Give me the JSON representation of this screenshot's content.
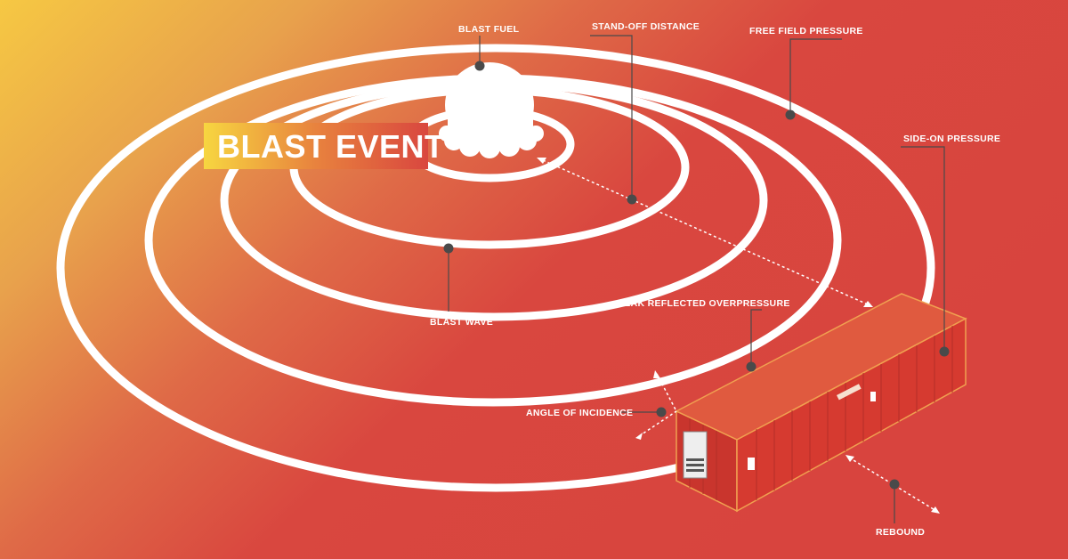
{
  "title": "BLAST EVENT",
  "labels": {
    "blast_fuel": "BLAST FUEL",
    "stand_off_distance": "STAND-OFF DISTANCE",
    "free_field_pressure": "FREE FIELD PRESSURE",
    "side_on_pressure": "SIDE-ON PRESSURE",
    "blast_wave": "BLAST WAVE",
    "peak_reflected_overpressure": "PEAK REFLECTED OVERPRESSURE",
    "angle_of_incidence": "ANGLE OF INCIDENCE",
    "rebound": "REBOUND"
  },
  "colors": {
    "gradient_start": "#f6c843",
    "gradient_mid": "#e6854d",
    "gradient_end": "#d9473f",
    "container": "#d63a30",
    "leader": "#4a4a4a",
    "title_gradient_start": "#f7d640",
    "title_gradient_end": "#d9473f"
  }
}
